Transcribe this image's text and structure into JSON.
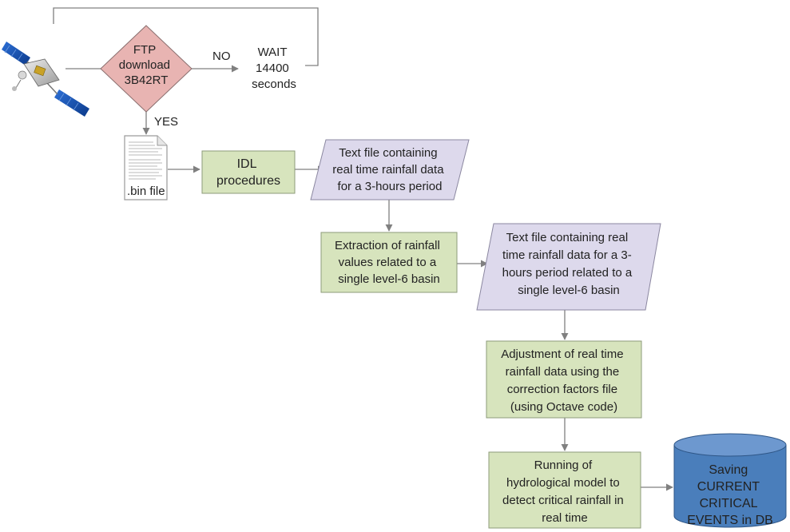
{
  "diagram": {
    "nodes": {
      "decision": {
        "lines": [
          "FTP",
          "download",
          "3B42RT"
        ]
      },
      "no_label": "NO",
      "yes_label": "YES",
      "wait": {
        "lines": [
          "WAIT",
          "14400",
          "seconds"
        ]
      },
      "bin_file": "bin file",
      "idl": {
        "lines": [
          "IDL",
          "procedures"
        ]
      },
      "text_file_1": {
        "lines": [
          "Text file containing",
          "real time rainfall data",
          "for a 3-hours period"
        ]
      },
      "extraction": {
        "lines": [
          "Extraction of rainfall",
          "values related to a",
          "single level-6 basin"
        ]
      },
      "text_file_2": {
        "lines": [
          "Text file containing real",
          "time rainfall data for a 3-",
          "hours period related to a",
          "single level-6 basin"
        ]
      },
      "adjustment": {
        "lines": [
          "Adjustment of real time",
          "rainfall data using the",
          "correction factors file",
          "(using Octave code)"
        ]
      },
      "running": {
        "lines": [
          "Running of",
          "hydrological model to",
          "detect critical rainfall in",
          "real time"
        ]
      },
      "saving": {
        "lines": [
          "Saving",
          "CURRENT",
          "CRITICAL",
          "EVENTS in DB"
        ]
      }
    },
    "colors": {
      "decision_fill": "#e8b4b2",
      "decision_stroke": "#8a6f6f",
      "process_fill": "#d7e4bd",
      "process_stroke": "#8e9b7a",
      "io_fill": "#ddd9ec",
      "io_stroke": "#8b87a0",
      "db_fill": "#4a7ebb",
      "db_stroke": "#2e5687",
      "edge": "#808080"
    },
    "icons": [
      "satellite-icon",
      "document-icon",
      "database-icon"
    ]
  }
}
